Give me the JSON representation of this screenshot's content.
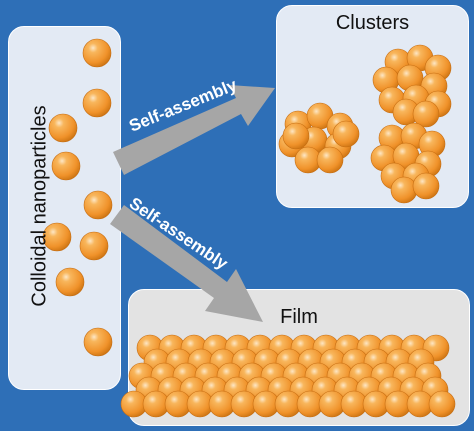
{
  "labels": {
    "colloid": "Colloidal nanoparticles",
    "clusters": "Clusters",
    "film": "Film",
    "arrow_upper": "Self-assembly",
    "arrow_lower": "Self-assembly"
  },
  "colors": {
    "background": "#2e6fb7",
    "panel_fill": "#e3eaf4",
    "film_panel_fill": "#e3e3e3",
    "particle": "#f39a2e",
    "arrow": "#a6a6a6",
    "arrow_text": "#ffffff"
  }
}
